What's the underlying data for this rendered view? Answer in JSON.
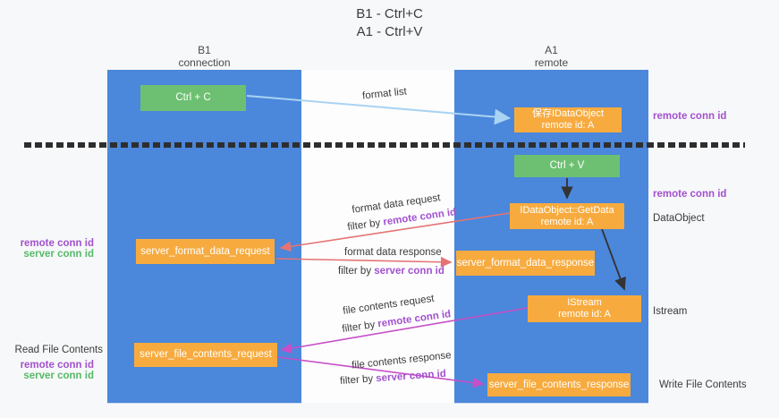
{
  "title": {
    "line1": "B1 - Ctrl+C",
    "line2": "A1 - Ctrl+V"
  },
  "columns": {
    "left": {
      "name": "B1",
      "role": "connection"
    },
    "right": {
      "name": "A1",
      "role": "remote"
    }
  },
  "boxes": {
    "ctrl_c": "Ctrl + C",
    "ctrl_v": "Ctrl + V",
    "save_dataobject_line1": "保存IDataObject",
    "save_dataobject_line2": "remote id: A",
    "getdata_line1": "IDataObject::GetData",
    "getdata_line2": "remote id: A",
    "istream_line1": "IStream",
    "istream_line2": "remote id: A",
    "format_request": "server_format_data_request",
    "format_response": "server_format_data_response",
    "file_request": "server_file_contents_request",
    "file_response": "server_file_contents_response"
  },
  "labels": {
    "format_list": "format list",
    "format_data_request": "format data request",
    "format_data_response": "format data response",
    "file_contents_request": "file contents request",
    "file_contents_response": "file contents response",
    "filter_by": "filter by",
    "remote_conn_id": "remote conn id",
    "server_conn_id": "server conn id",
    "dataobject": "DataObject",
    "istream": "Istream",
    "read_file_contents": "Read File Contents",
    "write_file_contents": "Write File Contents"
  },
  "colors": {
    "column_blue": "#4b87db",
    "box_green": "#6dc072",
    "box_orange": "#f7ab3f",
    "purple_text": "#a251cf",
    "green_text": "#57b969",
    "red_arrow": "#e57373",
    "magenta_arrow": "#c74fc7",
    "light_blue_arrow": "#a9d3f2",
    "black_arrow": "#333333",
    "dash_color": "#2e2e2e"
  }
}
